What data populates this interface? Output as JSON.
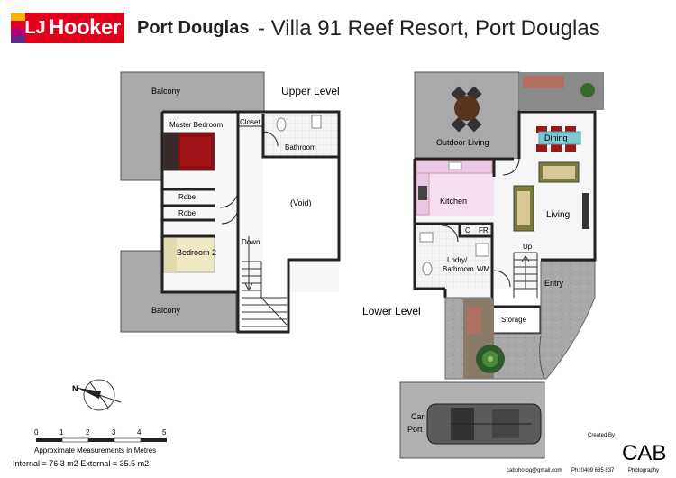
{
  "header": {
    "logo_lj": "LJ",
    "logo_name": "Hooker",
    "office": "Port Douglas",
    "title": "- Villa 91 Reef Resort, Port Douglas"
  },
  "upper_level": {
    "title": "Upper Level",
    "rooms": {
      "balcony_top": "Balcony",
      "master_bedroom": "Master Bedroom",
      "closet": "Closet",
      "bathroom": "Bathroom",
      "robe_1": "Robe",
      "robe_2": "Robe",
      "void": "(Void)",
      "bedroom_2": "Bedroom 2",
      "down": "Down",
      "balcony_bottom": "Balcony"
    }
  },
  "lower_level": {
    "title": "Lower Level",
    "rooms": {
      "outdoor_living": "Outdoor Living",
      "dining": "Dining",
      "kitchen": "Kitchen",
      "living": "Living",
      "c": "C",
      "fr": "FR",
      "laundry_line1": "Lndry/",
      "laundry_line2": "Bathroom",
      "wm": "WM",
      "up": "Up",
      "entry": "Entry",
      "storage": "Storage",
      "car": "Car",
      "port": "Port"
    }
  },
  "scale": {
    "ticks": [
      "0",
      "1",
      "2",
      "3",
      "4",
      "5"
    ],
    "caption": "Approximate Measurements in Metres",
    "areas": "Internal = 76.3 m2   External = 35.5 m2"
  },
  "credits": {
    "created_by": "Created By",
    "email": "cabphotog@gmail.com",
    "phone": "Ph: 0409 685 837",
    "brand": "Photography",
    "monogram": "CAB"
  },
  "colors": {
    "brand_red": "#e3001b",
    "outdoor_grey": "#a9a9a9",
    "wall": "#222222",
    "kitchen_pink": "#f5dff0"
  }
}
